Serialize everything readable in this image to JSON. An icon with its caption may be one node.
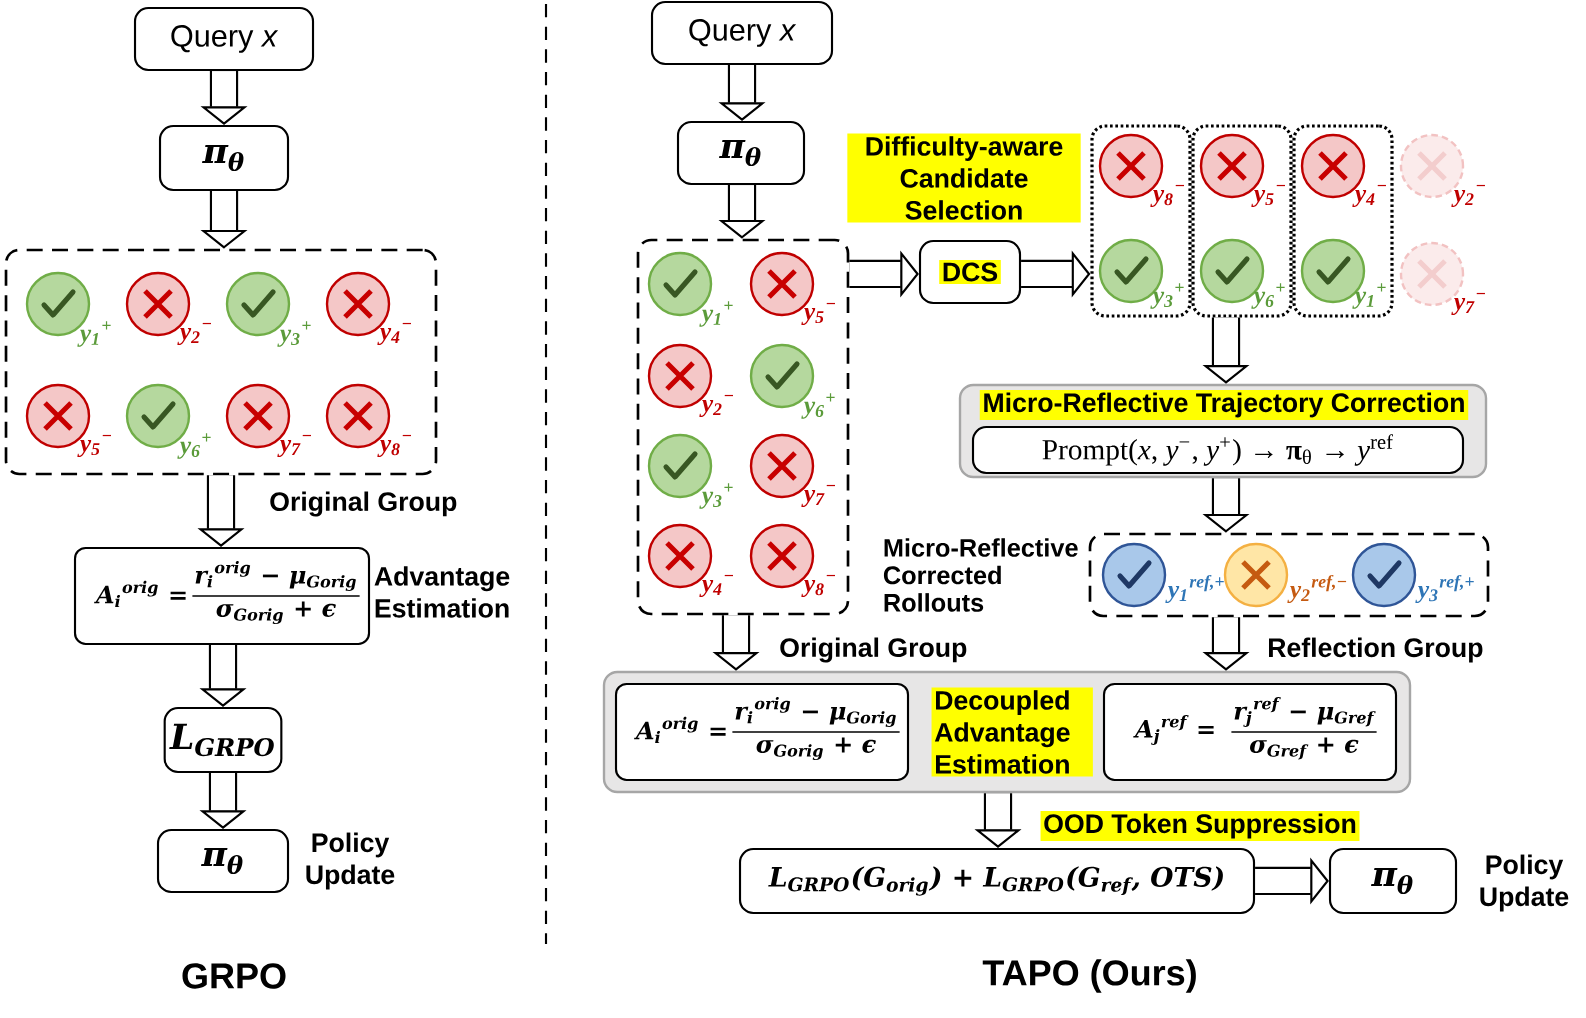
{
  "diagram": {
    "nodes": [
      {
        "text": [
          "Query *x*"
        ]
      },
      {
        "text": [
          "π$_{θ}$"
        ]
      },
      {
        "text": [],
        "shape": "box"
      },
      {
        "text": [],
        "shape": "circle",
        "in": 2,
        "beside": [
          "y$_{1}$$^{+}$"
        ]
      },
      {
        "text": [],
        "shape": "circle",
        "in": 2,
        "beside": [
          "y$_{2}$$^{−}$"
        ]
      },
      {
        "text": [],
        "shape": "circle",
        "in": 2,
        "beside": [
          "y$_{3}$$^{+}$"
        ]
      },
      {
        "text": [],
        "shape": "circle",
        "in": 2,
        "beside": [
          "y$_{4}$$^{−}$"
        ]
      },
      {
        "text": [],
        "shape": "circle",
        "in": 2,
        "beside": [
          "y$_{5}$$^{−}$"
        ]
      },
      {
        "text": [],
        "shape": "circle",
        "in": 2,
        "beside": [
          "y$_{6}$$^{+}$"
        ]
      },
      {
        "text": [],
        "shape": "circle",
        "in": 2,
        "beside": [
          "y$_{7}$$^{−}$"
        ]
      },
      {
        "text": [],
        "shape": "circle",
        "in": 2,
        "beside": [
          "y$_{8}$$^{−}$"
        ]
      },
      {
        "text": [
          "A$_{i}$$^{orig}$ =",
          "r$_{i}$$^{orig}$ − μ$_{Gorig}$",
          "σ$_{Gorig}$ + ϵ"
        ],
        "beside": [
          "Advantage Estimation"
        ]
      },
      {
        "text": [
          "L$_{GRPO}$"
        ]
      },
      {
        "text": [
          "π$_{θ}$"
        ],
        "beside": [
          "Policy Update"
        ]
      },
      {
        "text": [
          "Query *x*"
        ]
      },
      {
        "text": [
          "π$_{θ}$"
        ]
      },
      {
        "text": [],
        "shape": "box"
      },
      {
        "text": [],
        "shape": "circle",
        "in": 16,
        "beside": [
          "y$_{1}$$^{+}$"
        ]
      },
      {
        "text": [],
        "shape": "circle",
        "in": 16,
        "beside": [
          "y$_{5}$$^{−}$"
        ]
      },
      {
        "text": [],
        "shape": "circle",
        "in": 16,
        "beside": [
          "y$_{2}$$^{−}$"
        ]
      },
      {
        "text": [],
        "shape": "circle",
        "in": 16,
        "beside": [
          "y$_{6}$$^{+}$"
        ]
      },
      {
        "text": [],
        "shape": "circle",
        "in": 16,
        "beside": [
          "y$_{3}$$^{+}$"
        ]
      },
      {
        "text": [],
        "shape": "circle",
        "in": 16,
        "beside": [
          "y$_{7}$$^{−}$"
        ]
      },
      {
        "text": [],
        "shape": "circle",
        "in": 16,
        "beside": [
          "y$_{4}$$^{−}$"
        ]
      },
      {
        "text": [],
        "shape": "circle",
        "in": 16,
        "beside": [
          "y$_{8}$$^{−}$"
        ]
      },
      {
        "text": [
          "Difficulty-aware Candidate Selection",
          "DCS"
        ]
      },
      {
        "text": [],
        "shape": "box"
      },
      {
        "text": [],
        "shape": "circle",
        "in": 26,
        "beside": [
          "y$_{8}$$^{−}$"
        ]
      },
      {
        "text": [],
        "shape": "circle",
        "in": 26,
        "beside": [
          "y$_{3}$$^{+}$"
        ]
      },
      {
        "text": [],
        "shape": "box"
      },
      {
        "text": [],
        "shape": "circle",
        "in": 29,
        "beside": [
          "y$_{5}$$^{−}$"
        ]
      },
      {
        "text": [],
        "shape": "circle",
        "in": 29,
        "beside": [
          "y$_{6}$$^{+}$"
        ]
      },
      {
        "text": [],
        "shape": "box"
      },
      {
        "text": [],
        "shape": "circle",
        "in": 32,
        "beside": [
          "y$_{4}$$^{−}$"
        ]
      },
      {
        "text": [],
        "shape": "circle",
        "in": 32,
        "beside": [
          "y$_{1}$$^{+}$"
        ]
      },
      {
        "text": [],
        "shape": "circle",
        "beside": [
          "y$_{2}$$^{−}$"
        ]
      },
      {
        "text": [],
        "shape": "circle",
        "beside": [
          "y$_{7}$$^{−}$"
        ]
      },
      {
        "text": [
          "Micro-Reflective Trajectory Correction"
        ]
      },
      {
        "text": [
          "Prompt(*x*, *y*$^{−}$, *y*$^{+}$) → **π**$_{θ}$ → *y*$^{ref}$"
        ],
        "in": 37
      },
      {
        "text": [],
        "shape": "box",
        "beside": [
          "Micro-Reflective Corrected Rollouts"
        ]
      },
      {
        "text": [],
        "shape": "circle",
        "in": 39,
        "beside": [
          "y$_{1}$$^{ref,+}$"
        ]
      },
      {
        "text": [],
        "shape": "circle",
        "in": 39,
        "beside": [
          "y$_{2}$$^{ref,−}$"
        ]
      },
      {
        "text": [],
        "shape": "circle",
        "in": 39,
        "beside": [
          "y$_{3}$$^{ref,+}$"
        ]
      },
      {
        "text": [
          "Decoupled Advantage Estimation"
        ]
      },
      {
        "text": [
          "A$_{i}$$^{orig}$ =",
          "r$_{i}$$^{orig}$ − μ$_{Gorig}$",
          "σ$_{Gorig}$ + ϵ"
        ],
        "in": 43
      },
      {
        "text": [
          "A$_{j}$$^{ref}$ =",
          "r$_{j}$$^{ref}$ − μ$_{Gref}$",
          "σ$_{Gref}$ + ϵ"
        ],
        "in": 43
      },
      {
        "text": [
          "L$_{GRPO}$(G$_{orig}$) + L$_{GRPO}$(G$_{ref}$, OTS)"
        ]
      },
      {
        "text": [
          "π$_{θ}$"
        ],
        "beside": [
          "Policy Update"
        ]
      }
    ],
    "edges": [
      {
        "from": 0,
        "to": 1,
        "arrow": "to"
      },
      {
        "from": 1,
        "to": 2,
        "arrow": "to"
      },
      {
        "from": 2,
        "to": 11,
        "arrow": "to",
        "label": "Original Group"
      },
      {
        "from": 11,
        "to": 12,
        "arrow": "to"
      },
      {
        "from": 12,
        "to": 13,
        "arrow": "to"
      },
      {
        "from": 14,
        "to": 15,
        "arrow": "to"
      },
      {
        "from": 15,
        "to": 16,
        "arrow": "to"
      },
      {
        "from": 16,
        "to": 25,
        "arrow": "to"
      },
      {
        "from": 25,
        "to": 26,
        "arrow": "to"
      },
      {
        "from": 29,
        "to": 37,
        "arrow": "to"
      },
      {
        "from": 37,
        "to": 39,
        "arrow": "to"
      },
      {
        "from": 39,
        "to": 43,
        "arrow": "to",
        "label": "Reflection Group"
      },
      {
        "from": 16,
        "to": 43,
        "arrow": "to",
        "label": "Original Group"
      },
      {
        "from": 43,
        "to": 46,
        "arrow": "to",
        "label": "OOD Token Suppression"
      },
      {
        "from": 46,
        "to": 47,
        "arrow": "to"
      }
    ],
    "labels": [
      "GRPO",
      "TAPO (Ours)"
    ]
  }
}
